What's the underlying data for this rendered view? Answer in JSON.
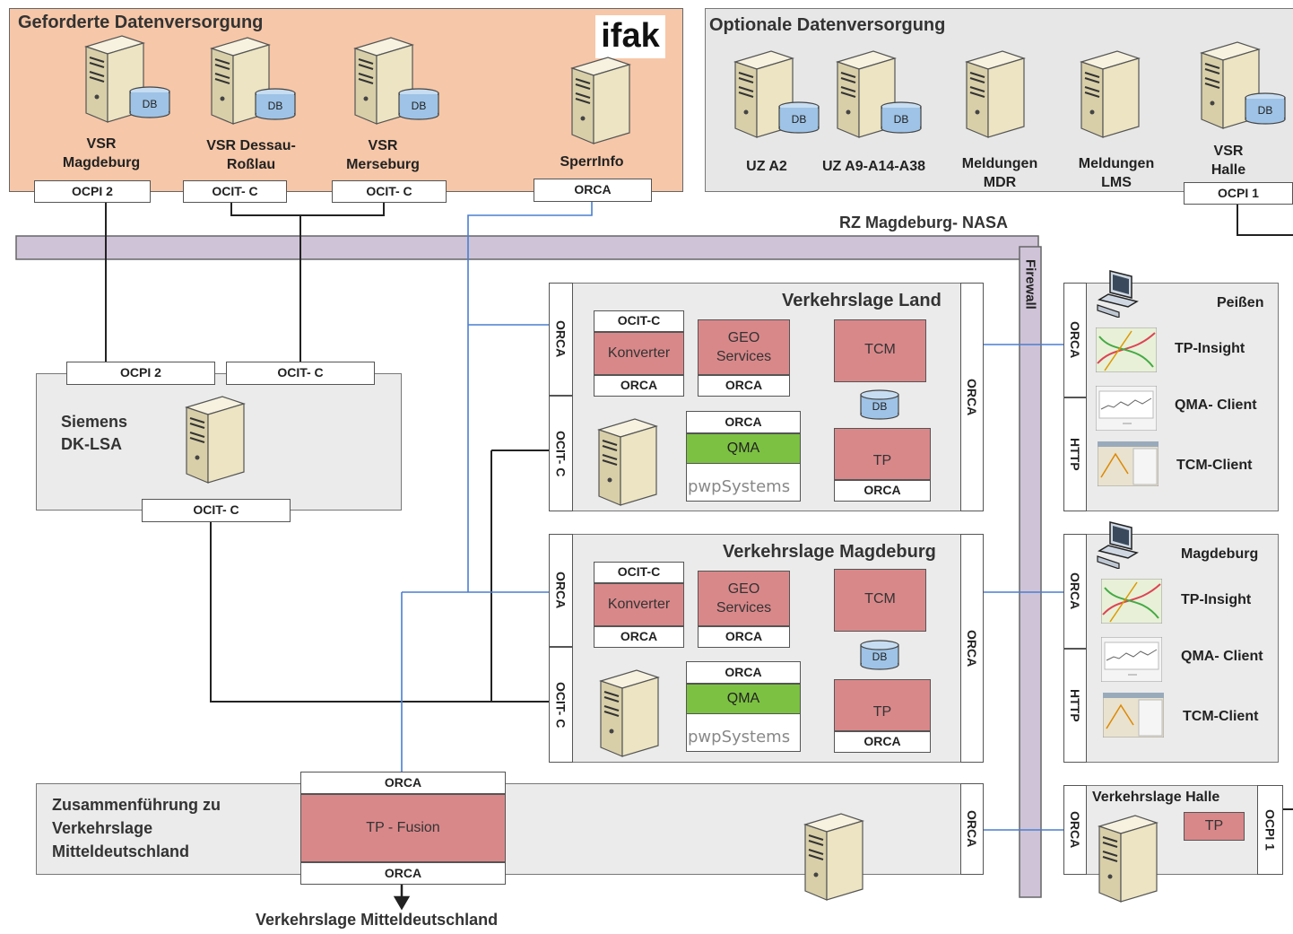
{
  "required": {
    "title": "Geforderte Datenversorgung",
    "logo_text": "ifak",
    "servers": [
      {
        "name": "VSR\nMagdeburg",
        "db": "DB",
        "iface": "OCPI 2"
      },
      {
        "name": "VSR Dessau-\nRoßlau",
        "db": "DB",
        "iface": "OCIT- C"
      },
      {
        "name": "VSR\nMerseburg",
        "db": "DB",
        "iface": "OCIT- C"
      },
      {
        "name": "SperrInfo",
        "iface": "ORCA"
      }
    ]
  },
  "optional": {
    "title": "Optionale Datenversorgung",
    "servers": [
      {
        "name": "UZ A2",
        "db": "DB"
      },
      {
        "name": "UZ A9-A14-A38",
        "db": "DB"
      },
      {
        "name": "Meldungen\nMDR"
      },
      {
        "name": "Meldungen\nLMS"
      },
      {
        "name": "VSR\nHalle",
        "db": "DB",
        "iface": "OCPI 1"
      }
    ]
  },
  "rz": {
    "label": "RZ Magdeburg- NASA",
    "firewall": "Firewall"
  },
  "siemens": {
    "title": "Siemens\nDK-LSA",
    "iface_top": [
      "OCPI 2",
      "OCIT- C"
    ],
    "iface_bottom": "OCIT- C"
  },
  "vl_land": {
    "title": "Verkehrslage Land",
    "left_top": "ORCA",
    "left_bottom": "OCIT- C",
    "right": "ORCA",
    "konverter": {
      "top": "OCIT-C",
      "body": "Konverter",
      "bottom": "ORCA"
    },
    "geo": {
      "body": "GEO\nServices",
      "bottom": "ORCA"
    },
    "tcm": "TCM",
    "db": "DB",
    "qma": {
      "top": "ORCA",
      "body": "QMA",
      "brand": "pwpSystems"
    },
    "tp": {
      "body": "TP",
      "bottom": "ORCA"
    }
  },
  "vl_md": {
    "title": "Verkehrslage Magdeburg",
    "left_top": "ORCA",
    "left_bottom": "OCIT- C",
    "right": "ORCA",
    "konverter": {
      "top": "OCIT-C",
      "body": "Konverter",
      "bottom": "ORCA"
    },
    "geo": {
      "body": "GEO\nServices",
      "bottom": "ORCA"
    },
    "tcm": "TCM",
    "db": "DB",
    "qma": {
      "top": "ORCA",
      "body": "QMA",
      "brand": "pwpSystems"
    },
    "tp": {
      "body": "TP",
      "bottom": "ORCA"
    }
  },
  "client_peissen": {
    "title": "Peißen",
    "iface_top": "ORCA",
    "iface_bottom": "HTTP",
    "clients": [
      "TP-Insight",
      "QMA- Client",
      "TCM-Client"
    ]
  },
  "client_md": {
    "title": "Magdeburg",
    "iface_top": "ORCA",
    "iface_bottom": "HTTP",
    "clients": [
      "TP-Insight",
      "QMA- Client",
      "TCM-Client"
    ]
  },
  "vl_halle": {
    "title": "Verkehrslage Halle",
    "left": "ORCA",
    "right": "OCPI 1",
    "tp": "TP"
  },
  "fusion": {
    "title": "Zusammenführung zu\nVerkehrslage\nMitteldeutschland",
    "top": "ORCA",
    "body": "TP - Fusion",
    "bottom": "ORCA",
    "right": "ORCA"
  },
  "output": "Verkehrslage Mitteldeutschland",
  "colors": {
    "orange": "#f6c7a8",
    "red": "#d9888a",
    "green": "#7cc142",
    "blue": "#4a7fd0",
    "firewall": "#cfc3d8"
  }
}
